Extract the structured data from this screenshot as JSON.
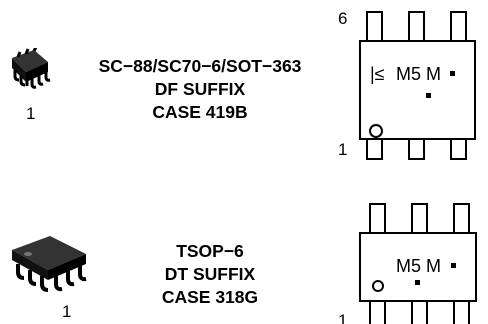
{
  "packages": [
    {
      "pin1_label": "1",
      "title_lines": [
        "SC−88/SC70−6/SOT−363",
        "DF SUFFIX",
        "CASE 419B"
      ],
      "marking": {
        "pin_top_label": "6",
        "pin_bottom_label": "1",
        "code_prefix": "|≤",
        "code": "M5 M"
      }
    },
    {
      "pin1_label": "1",
      "title_lines": [
        "TSOP−6",
        "DT SUFFIX",
        "CASE 318G"
      ],
      "marking": {
        "pin_bottom_label": "1",
        "code": "M5 M"
      }
    }
  ]
}
